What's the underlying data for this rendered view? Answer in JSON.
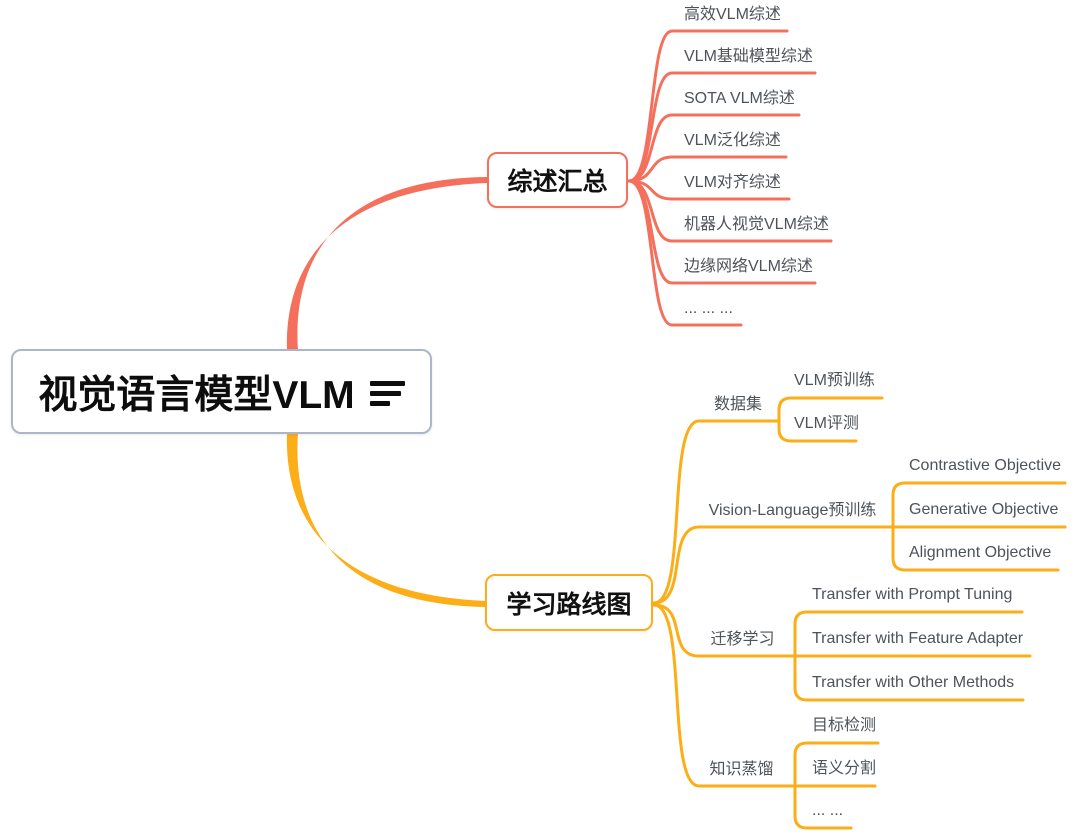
{
  "root": {
    "label": "视觉语言模型VLM",
    "icon": "notes-icon"
  },
  "colors": {
    "surveys_branch": "#f4705c",
    "roadmap_branch": "#fbae17",
    "root_border": "#adb6c8",
    "topic_text": "#4d5359",
    "node_text": "#0d0d0d",
    "background": "#ffffff"
  },
  "branches": [
    {
      "label": "综述汇总",
      "color": "#f4705c",
      "children": [
        {
          "label": "高效VLM综述"
        },
        {
          "label": "VLM基础模型综述"
        },
        {
          "label": "SOTA VLM综述"
        },
        {
          "label": "VLM泛化综述"
        },
        {
          "label": "VLM对齐综述"
        },
        {
          "label": "机器人视觉VLM综述"
        },
        {
          "label": "边缘网络VLM综述"
        },
        {
          "label": "... ... ..."
        }
      ]
    },
    {
      "label": "学习路线图",
      "color": "#fbae17",
      "children": [
        {
          "label": "数据集",
          "children": [
            {
              "label": "VLM预训练"
            },
            {
              "label": "VLM评测"
            }
          ]
        },
        {
          "label": "Vision-Language预训练",
          "children": [
            {
              "label": "Contrastive Objective"
            },
            {
              "label": "Generative Objective"
            },
            {
              "label": "Alignment Objective"
            }
          ]
        },
        {
          "label": "迁移学习",
          "children": [
            {
              "label": "Transfer with Prompt Tuning"
            },
            {
              "label": "Transfer with Feature Adapter"
            },
            {
              "label": "Transfer with Other Methods"
            }
          ]
        },
        {
          "label": "知识蒸馏",
          "children": [
            {
              "label": "目标检测"
            },
            {
              "label": "语义分割"
            },
            {
              "label": "... ..."
            }
          ]
        }
      ]
    }
  ]
}
